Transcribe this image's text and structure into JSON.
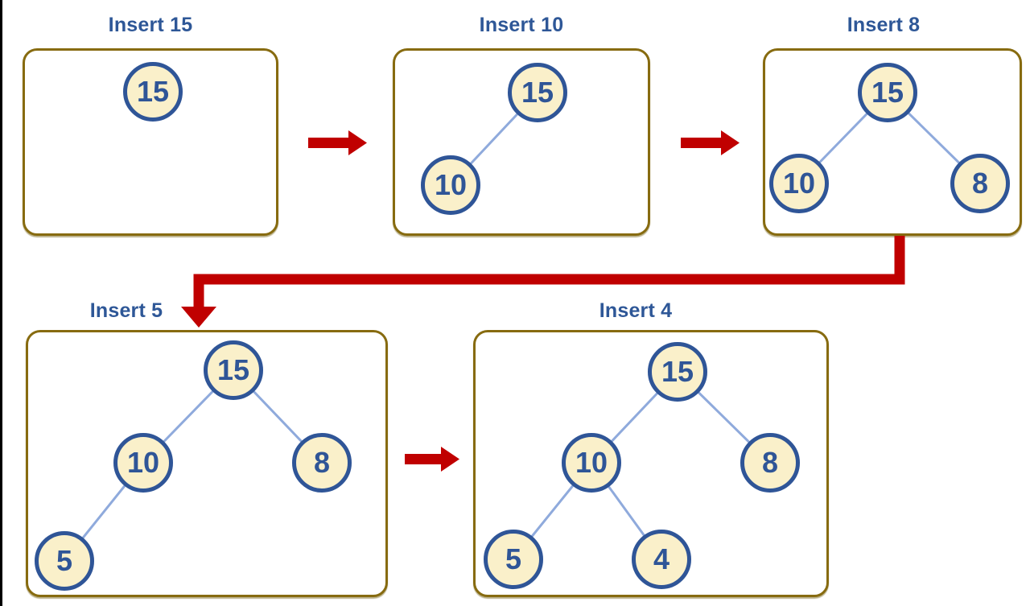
{
  "colors": {
    "title_text": "#2E5797",
    "node_border": "#2F5597",
    "node_fill": "#FAF0CA",
    "node_text": "#2F5597",
    "box_border": "#876B10",
    "tree_edge": "#8FAADC",
    "flow_arrow": "#C00000",
    "screen_edge": "#000000"
  },
  "panels": [
    {
      "title": "Insert 15",
      "nodes": [
        "15"
      ],
      "edges": []
    },
    {
      "title": "Insert 10",
      "nodes": [
        "15",
        "10"
      ],
      "edges": [
        [
          "15",
          "10"
        ]
      ]
    },
    {
      "title": "Insert 8",
      "nodes": [
        "15",
        "10",
        "8"
      ],
      "edges": [
        [
          "15",
          "10"
        ],
        [
          "15",
          "8"
        ]
      ]
    },
    {
      "title": "Insert 5",
      "nodes": [
        "15",
        "10",
        "8",
        "5"
      ],
      "edges": [
        [
          "15",
          "10"
        ],
        [
          "15",
          "8"
        ],
        [
          "10",
          "5"
        ]
      ]
    },
    {
      "title": "Insert 4",
      "nodes": [
        "15",
        "10",
        "8",
        "5",
        "4"
      ],
      "edges": [
        [
          "15",
          "10"
        ],
        [
          "15",
          "8"
        ],
        [
          "10",
          "5"
        ],
        [
          "10",
          "4"
        ]
      ]
    }
  ],
  "flow": [
    "step1-to-step2-right",
    "step2-to-step3-right",
    "step3-to-step4-elbow-down-left",
    "step4-to-step5-right"
  ]
}
